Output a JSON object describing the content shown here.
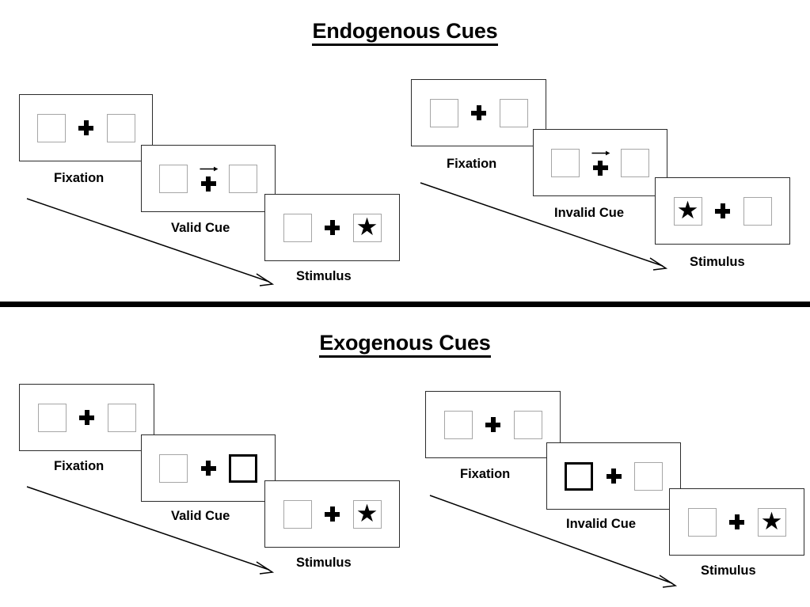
{
  "sections": [
    {
      "id": "endogenous",
      "title": "Endogenous Cues",
      "groups": [
        {
          "id": "endogenous-valid",
          "panels": [
            {
              "label": "Fixation",
              "cue": "none",
              "cue_side": "none",
              "arrow": false,
              "stimulus_side": "none"
            },
            {
              "label": "Valid Cue",
              "cue": "arrow",
              "cue_side": "right",
              "arrow": true,
              "stimulus_side": "none"
            },
            {
              "label": "Stimulus",
              "cue": "none",
              "cue_side": "none",
              "arrow": false,
              "stimulus_side": "right"
            }
          ]
        },
        {
          "id": "endogenous-invalid",
          "panels": [
            {
              "label": "Fixation",
              "cue": "none",
              "cue_side": "none",
              "arrow": false,
              "stimulus_side": "none"
            },
            {
              "label": "Invalid Cue",
              "cue": "arrow",
              "cue_side": "right",
              "arrow": true,
              "stimulus_side": "none"
            },
            {
              "label": "Stimulus",
              "cue": "none",
              "cue_side": "none",
              "arrow": false,
              "stimulus_side": "left"
            }
          ]
        }
      ]
    },
    {
      "id": "exogenous",
      "title": "Exogenous Cues",
      "groups": [
        {
          "id": "exogenous-valid",
          "panels": [
            {
              "label": "Fixation",
              "cue": "none",
              "cue_side": "none",
              "arrow": false,
              "stimulus_side": "none"
            },
            {
              "label": "Valid Cue",
              "cue": "box",
              "cue_side": "right",
              "arrow": false,
              "stimulus_side": "none"
            },
            {
              "label": "Stimulus",
              "cue": "none",
              "cue_side": "none",
              "arrow": false,
              "stimulus_side": "right"
            }
          ]
        },
        {
          "id": "exogenous-invalid",
          "panels": [
            {
              "label": "Fixation",
              "cue": "none",
              "cue_side": "none",
              "arrow": false,
              "stimulus_side": "none"
            },
            {
              "label": "Invalid Cue",
              "cue": "box",
              "cue_side": "left",
              "arrow": false,
              "stimulus_side": "none"
            },
            {
              "label": "Stimulus",
              "cue": "none",
              "cue_side": "none",
              "arrow": false,
              "stimulus_side": "right"
            }
          ]
        }
      ]
    }
  ],
  "labels": {
    "s1g1p1": "Fixation",
    "s1g1p2": "Valid Cue",
    "s1g1p3": "Stimulus",
    "s1g2p1": "Fixation",
    "s1g2p2": "Invalid Cue",
    "s1g2p3": "Stimulus",
    "s2g1p1": "Fixation",
    "s2g1p2": "Valid Cue",
    "s2g1p3": "Stimulus",
    "s2g2p1": "Fixation",
    "s2g2p2": "Invalid Cue",
    "s2g2p3": "Stimulus"
  },
  "titles": {
    "endogenous": "Endogenous Cues",
    "exogenous": "Exogenous Cues"
  },
  "icons": {
    "fixation_cross": "fixation-cross-icon",
    "cue_arrow": "cue-arrow-right-icon",
    "target_star": "star-target-icon",
    "flow_arrow": "time-flow-arrow-icon"
  },
  "glyphs": {
    "star": "★"
  },
  "colors": {
    "panel_border": "#2b2b2b",
    "box_border": "#a6a6a6",
    "cued_box_border": "#000000",
    "ink": "#000000",
    "background": "#ffffff",
    "divider": "#000000"
  }
}
